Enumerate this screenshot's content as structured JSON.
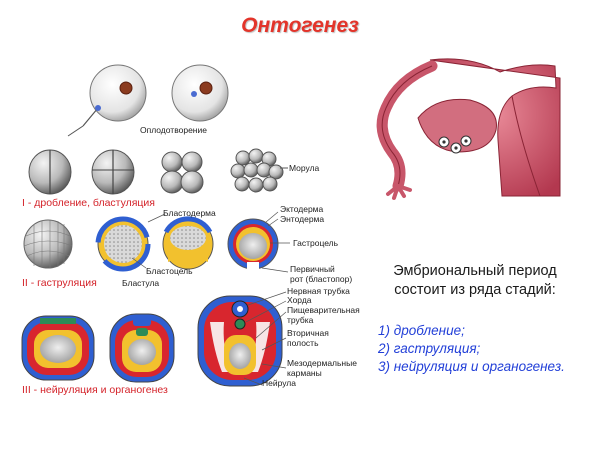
{
  "title": "Онтогенез",
  "labels": {
    "fertilization": "Оплодотворение",
    "morula": "Морула",
    "blastoderm": "Бластодерма",
    "ectoderm": "Эктодерма",
    "endoderm": "Энтодерма",
    "gastrocoel": "Гастроцель",
    "blastocoel": "Бластоцель",
    "blastula": "Бластула",
    "primary_mouth_1": "Первичный",
    "primary_mouth_2": "рот (бластопор)",
    "neural_tube": "Нервная трубка",
    "chord": "Хорда",
    "digestive_1": "Пищеварительная",
    "digestive_2": "трубка",
    "secondary_1": "Вторичная",
    "secondary_2": "полость",
    "mesoderm_1": "Мезодермальные",
    "mesoderm_2": "карманы",
    "neurula": "Нейрула"
  },
  "stages": {
    "s1": "I - дробление, бластуляция",
    "s2": "II - гаструляция",
    "s3": "III - нейруляция и органогенез"
  },
  "side": {
    "line1": "Эмбриональный период",
    "line2": "состоит из ряда стадий:",
    "items": [
      "1) дробление;",
      "2) гаструляция;",
      "3) нейруляция и органогенез."
    ]
  },
  "colors": {
    "title": "#e3342a",
    "stage_label": "#d4232a",
    "list_text": "#2340d8",
    "ectoderm_blue": "#2f5fd1",
    "endoderm_yellow": "#f2c12e",
    "mesoderm_red": "#d8262e",
    "chord_green": "#2e8b57",
    "uterus_pink": "#c8566a"
  }
}
